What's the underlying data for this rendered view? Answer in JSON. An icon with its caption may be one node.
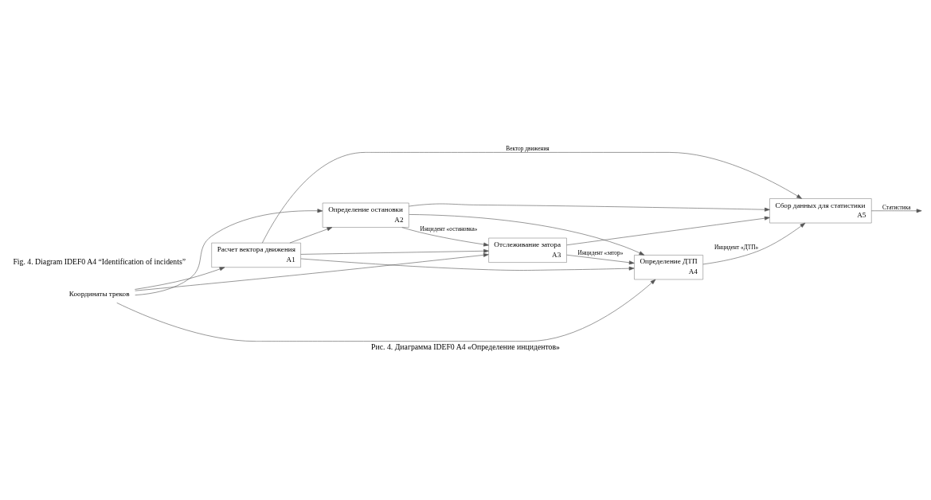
{
  "diagram": {
    "caption": "Рис. 4. Диаграмма IDEF0 A4 «Определение инцидентов»",
    "nodes": [
      {
        "text": [
          "Координаты треков"
        ]
      },
      {
        "text": [
          "Расчет вектора движения",
          "A1"
        ]
      },
      {
        "text": [
          "Определение остановки",
          "A2"
        ]
      },
      {
        "text": [
          "Отслеживание затора",
          "A3"
        ]
      },
      {
        "text": [
          "Определение ДТП",
          "A4"
        ]
      },
      {
        "text": [
          "Сбор данных для статистики",
          "A5"
        ]
      }
    ],
    "edges": [
      {
        "from": 0,
        "to": 1,
        "arrow": "to"
      },
      {
        "from": 0,
        "to": 2,
        "arrow": "to"
      },
      {
        "from": 0,
        "to": 3,
        "arrow": "to"
      },
      {
        "from": 0,
        "to": 4,
        "arrow": "to"
      },
      {
        "from": 1,
        "to": 5,
        "arrow": "to",
        "label": "Вектор движения"
      },
      {
        "from": 1,
        "to": 2,
        "arrow": "to"
      },
      {
        "from": 1,
        "to": 3,
        "arrow": "to"
      },
      {
        "from": 1,
        "to": 4,
        "arrow": "to"
      },
      {
        "from": 2,
        "to": 3,
        "arrow": "to",
        "label": "Инцидент «остановка»"
      },
      {
        "from": 2,
        "to": 5,
        "arrow": "to"
      },
      {
        "from": 2,
        "to": 4,
        "arrow": "to"
      },
      {
        "from": 3,
        "to": 4,
        "arrow": "to",
        "label": "Инцидент «затор»"
      },
      {
        "from": 3,
        "to": 5,
        "arrow": "to"
      },
      {
        "from": 4,
        "to": 5,
        "arrow": "to",
        "label": "Инцидент «ДТП»"
      },
      {
        "from": 5,
        "to": null,
        "arrow": "to",
        "label": "Статистика"
      }
    ],
    "labels": [
      "Fig. 4. Diagram IDEF0 A4 “Identification of incidents”"
    ]
  }
}
